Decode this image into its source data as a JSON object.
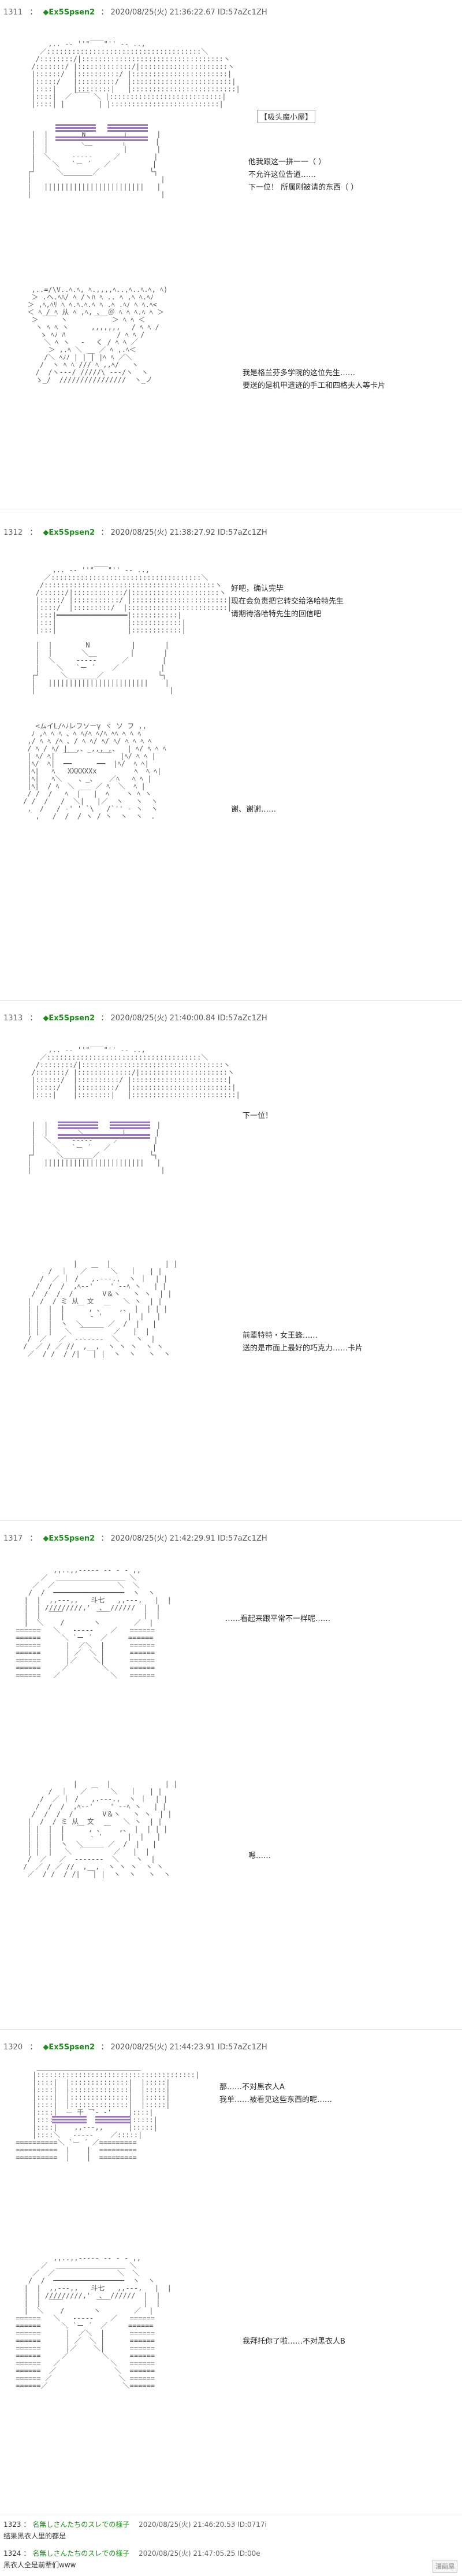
{
  "posts": [
    {
      "number": "1311",
      "name": "◆Ex5Spsen2",
      "meta": "2020/08/25(火) 21:36:22.67 ID:57aZc1ZH",
      "tag": "【吸头魔小屋】",
      "dialog_top": [
        "他我跟这一拼一一（ ）",
        "不允许这位告道……",
        "下一位！ 所属刚被请的东西（ ）"
      ],
      "dialog_bottom": [
        "我是格兰芬多学院的这位先生……",
        "要送的是机甲遗迹的手工和四格夫人等卡片"
      ]
    },
    {
      "number": "1312",
      "name": "◆Ex5Spsen2",
      "meta": "2020/08/25(火) 21:38:27.92 ID:57aZc1ZH",
      "dialog_top": [
        "好吧，确认完毕",
        "现在会负责把它转交给洛哈特先生",
        "请期待洛哈特先生的回信吧"
      ],
      "dialog_bottom": [
        "谢、谢谢……"
      ]
    },
    {
      "number": "1313",
      "name": "◆Ex5Spsen2",
      "meta": "2020/08/25(火) 21:40:00.84 ID:57aZc1ZH",
      "dialog_top": [
        "下一位！"
      ],
      "dialog_bottom": [
        "前辈特特・女王蜂……",
        "送的是市面上最好的巧克力……卡片"
      ]
    },
    {
      "number": "1317",
      "name": "◆Ex5Spsen2",
      "meta": "2020/08/25(火) 21:42:29.91 ID:57aZc1ZH",
      "dialog_top": [
        "……看起来跟平常不一样呢……"
      ],
      "dialog_bottom": [
        "嗯……"
      ]
    },
    {
      "number": "1320",
      "name": "◆Ex5Spsen2",
      "meta": "2020/08/25(火) 21:44:23.91 ID:57aZc1ZH",
      "dialog_top": [
        "那……不对黑衣人A",
        "我单……被看见这些东西的呢……"
      ],
      "dialog_bottom": [
        "我拜托你了啦……不对黑衣人B"
      ]
    }
  ],
  "footer": [
    {
      "number": "1323",
      "name": "名無しさんたちのスレでの様子",
      "meta": "2020/08/25(火) 21:46:20.53 ID:0717i",
      "text": "结果黑衣人里的都是"
    },
    {
      "number": "1324",
      "name": "名無しさんたちのスレでの様子",
      "meta": "2020/08/25(火) 21:47:05.25 ID:00e",
      "text": "黑衣人全是前辈们www"
    }
  ],
  "watermark": "漫画屋"
}
